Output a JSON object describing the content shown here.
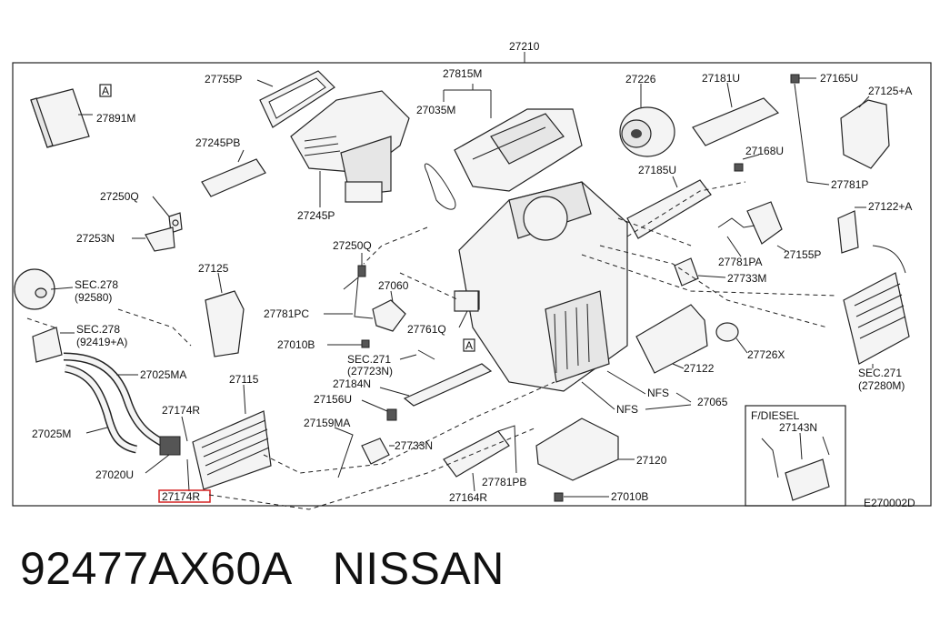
{
  "diagram": {
    "top_label": "27210",
    "callout_a": "A",
    "part_labels": {
      "p27891M": "27891M",
      "p27755P": "27755P",
      "p27815M": "27815M",
      "p27035M": "27035M",
      "p27226": "27226",
      "p27181U": "27181U",
      "p27165U": "27165U",
      "p27125A": "27125+A",
      "p27245PB": "27245PB",
      "p27245P": "27245P",
      "p27168U": "27168U",
      "p27185U": "27185U",
      "p27781P": "27781P",
      "p27250Q_a": "27250Q",
      "p27253N": "27253N",
      "p27122A": "27122+A",
      "p27250Q_b": "27250Q",
      "p27155P": "27155P",
      "p27781PA": "27781PA",
      "p27125": "27125",
      "p27733M": "27733M",
      "sec278a": "SEC.278",
      "sec278a_sub": "(92580)",
      "p27060": "27060",
      "p27781PC": "27781PC",
      "p27761Q": "27761Q",
      "sec278b": "SEC.278",
      "sec278b_sub": "(92419+A)",
      "p27010B_a": "27010B",
      "sec271a": "SEC.271",
      "sec271a_sub": "(27723N)",
      "p27726X": "27726X",
      "p27122": "27122",
      "p27025MA": "27025MA",
      "p27115": "27115",
      "p27184N": "27184N",
      "sec271b": "SEC.271",
      "sec271b_sub": "(27280M)",
      "nfs_a": "NFS",
      "p27065": "27065",
      "p27156U": "27156U",
      "nfs_b": "NFS",
      "p27174R_a": "27174R",
      "p27025M": "27025M",
      "p27159MA": "27159MA",
      "p27733N": "27733N",
      "p27120": "27120",
      "p27020U": "27020U",
      "p27781PB": "27781PB",
      "p27174R_b": "27174R",
      "p27164R": "27164R",
      "p27010B_b": "27010B",
      "fdiesel": "F/DIESEL",
      "p27143N": "27143N",
      "ref_code": "E270002D"
    }
  },
  "footer": {
    "part_number": "92477AX60A",
    "brand": "NISSAN"
  },
  "colors": {
    "line": "#222222",
    "highlight": "#d42020",
    "background": "#ffffff"
  }
}
